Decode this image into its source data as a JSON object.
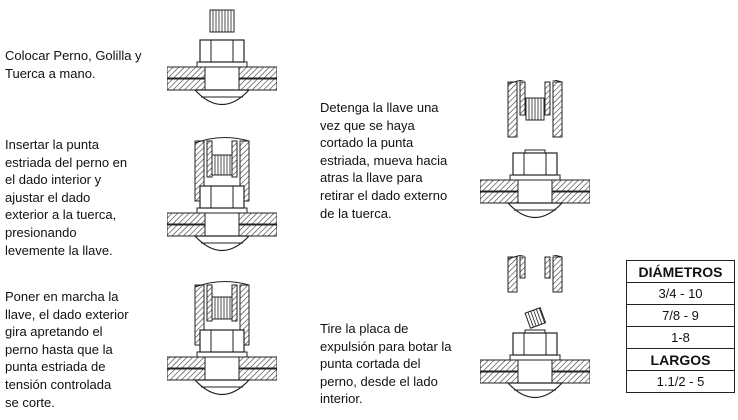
{
  "steps": [
    {
      "text": "Colocar Perno, Golilla y\nTuerca a mano.",
      "figure": "bolt-nut-hand"
    },
    {
      "text": "Insertar la punta\nestriada del perno en\nel dado interior y\najustar el dado\nexterior a la tuerca,\npresionando\nlevemente la llave.",
      "figure": "socket-engaged"
    },
    {
      "text": "Poner en marcha la\nllave, el dado exterior\ngira apretando el\nperno hasta que la\npunta estriada de\ntensión controlada\nse corte.",
      "figure": "socket-tightening"
    },
    {
      "text": "Detenga la llave una\nvez que se haya\ncortado la punta\nestriada, mueva hacia\natras la llave para\nretirar el dado externo\nde la tuerca.",
      "figure": "socket-removed"
    },
    {
      "text": "Tire la placa de\nexpulsión para botar la\npunta cortada del\nperno, desde el lado\ninterior.",
      "figure": "tip-ejected"
    }
  ],
  "table": {
    "diameters_header": "DIÁMETROS",
    "diameters": [
      "3/4 - 10",
      "7/8 - 9",
      "1-8"
    ],
    "lengths_header": "LARGOS",
    "lengths": [
      "1.1/2 - 5"
    ]
  }
}
